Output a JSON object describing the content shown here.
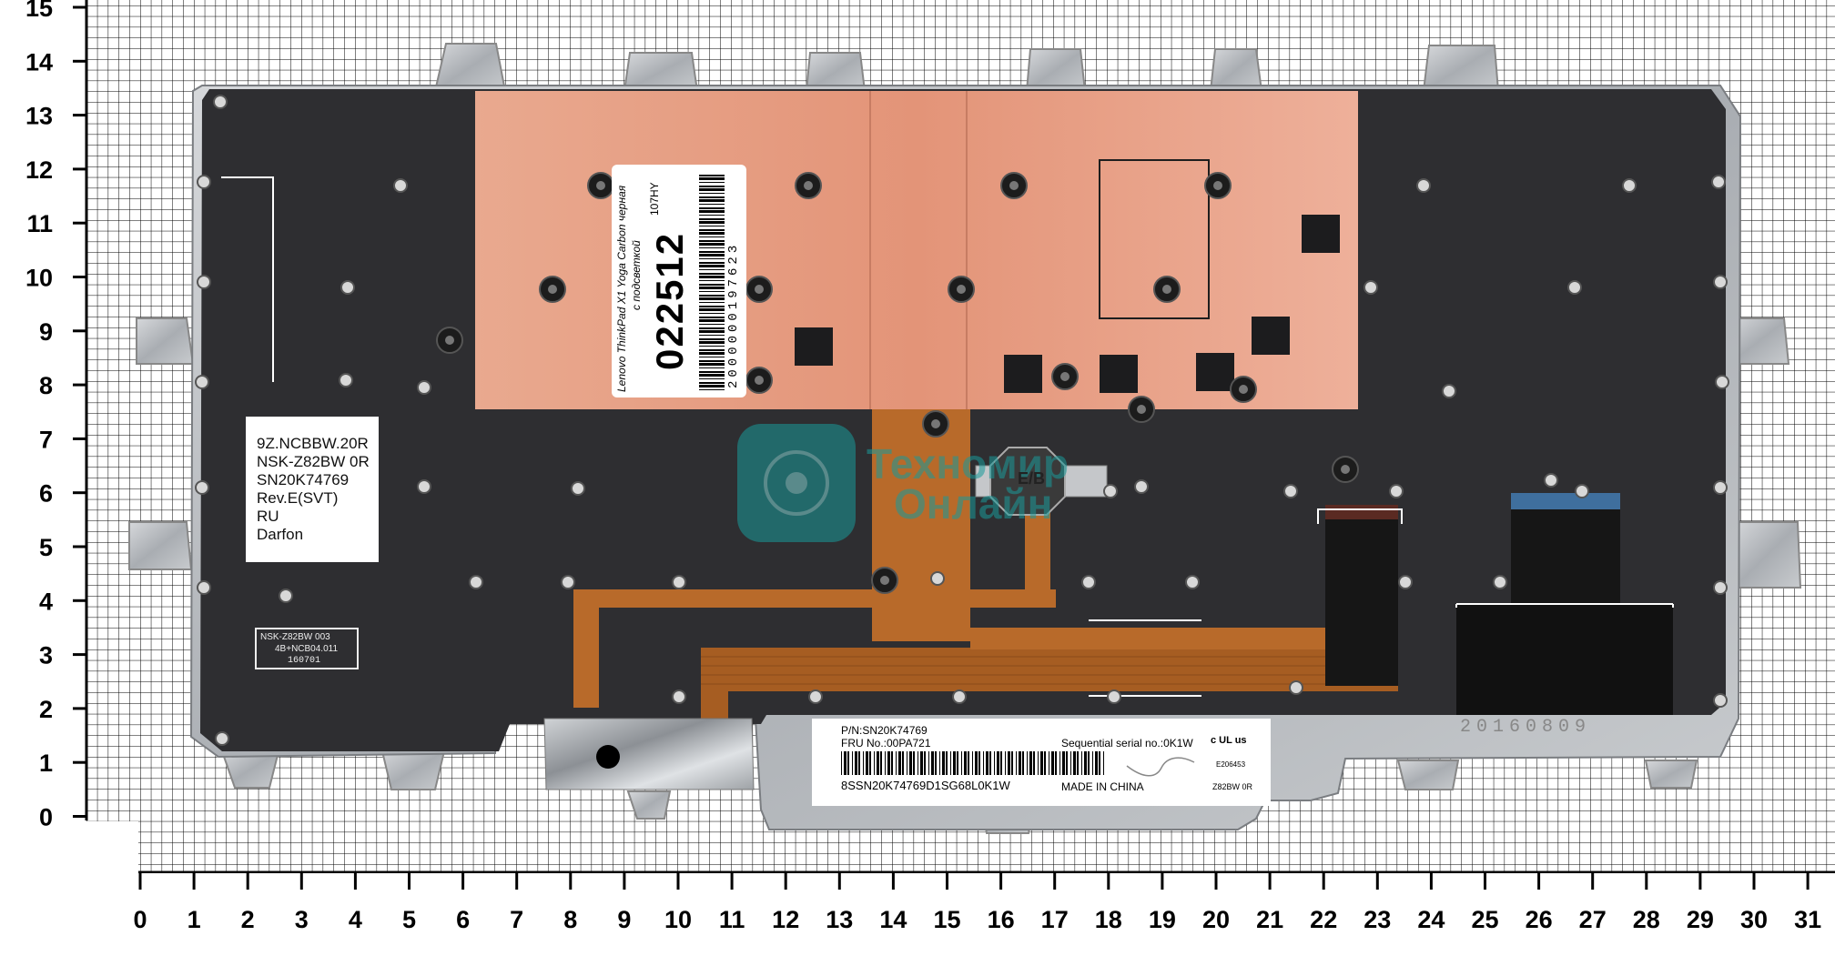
{
  "ruler": {
    "y_ticks": [
      "15",
      "14",
      "13",
      "12",
      "11",
      "10",
      "9",
      "8",
      "7",
      "6",
      "5",
      "4",
      "3",
      "2",
      "1",
      "0"
    ],
    "x_ticks": [
      "0",
      "1",
      "2",
      "3",
      "4",
      "5",
      "6",
      "7",
      "8",
      "9",
      "10",
      "11",
      "12",
      "13",
      "14",
      "15",
      "16",
      "17",
      "18",
      "19",
      "20",
      "21",
      "22",
      "23",
      "24",
      "25",
      "26",
      "27",
      "28",
      "29",
      "30",
      "31"
    ]
  },
  "left_sticker": {
    "lines": [
      "9Z.NCBBW.20R",
      "NSK-Z82BW 0R",
      "SN20K74769",
      "Rev.E(SVT)",
      "RU",
      "Darfon"
    ]
  },
  "small_label": {
    "line1": "NSK-Z82BW  003",
    "line2": "4B+NCB04.011",
    "line3": "160701"
  },
  "shop_sticker": {
    "code": "022512",
    "desc_line1": "Lenovo ThinkPad X1 Yoga Carbon черная",
    "desc_line2": "с подсветкой",
    "corner": "107HY",
    "barcode_number": "2000000197623"
  },
  "bottom_sticker": {
    "pn": "P/N:SN20K74769",
    "fru": "FRU No.:00PA721",
    "serial": "Sequential serial no.:0K1W",
    "barcode_text": "8SSN20K74769D1SG68L0K1W",
    "made_in": "MADE IN CHINA",
    "model": "Z82BW 0R",
    "cert_code": "E206453",
    "ul_mark": "c UL us"
  },
  "date_stamp": "20160809",
  "watermark": {
    "line1": "Техномир",
    "line2": "Онлайн"
  },
  "connector_label": "E/B",
  "colors": {
    "copper": "#e8a084",
    "plate": "#2e2e31",
    "flex": "#b86a2a",
    "steel": "#b9bcc0",
    "watermark": "#1a9a9a"
  }
}
